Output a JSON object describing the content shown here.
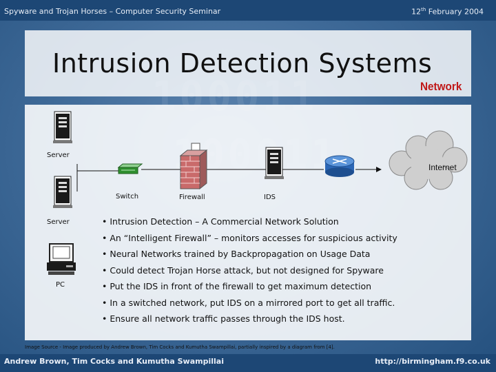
{
  "header": {
    "left": "Spyware and Trojan Horses – Computer Security Seminar",
    "right_day": "12",
    "right_suffix": "th",
    "right_rest": " February 2004"
  },
  "title": "Intrusion Detection Systems",
  "subtitle": "Network",
  "diagram": {
    "labels": {
      "server1": "Server",
      "server2": "Server",
      "pc": "PC",
      "switch": "Switch",
      "firewall": "Firewall",
      "ids": "IDS",
      "internet": "Internet"
    }
  },
  "bullets": [
    "Intrusion Detection – A Commercial Network Solution",
    "An “Intelligent Firewall” – monitors accesses for suspicious activity",
    "Neural Networks trained by Backpropagation on Usage Data",
    "Could detect Trojan Horse attack, but not designed for Spyware",
    "Put the IDS in front of the firewall to get maximum detection",
    "In a switched network, put IDS on a mirrored port to get all traffic.",
    "Ensure all network traffic passes through the IDS host."
  ],
  "source": "Image Source - Image produced by Andrew Brown, Tim Cocks and Kumutha Swampillai, partially inspired by a diagram from [4].",
  "footer": {
    "left": "Andrew Brown, Tim Cocks and Kumutha Swampillai",
    "right": "http://birmingham.f9.co.uk"
  },
  "colors": {
    "background": "#3f6a98",
    "bar": "#1d4775",
    "subtitle": "#c01818"
  }
}
